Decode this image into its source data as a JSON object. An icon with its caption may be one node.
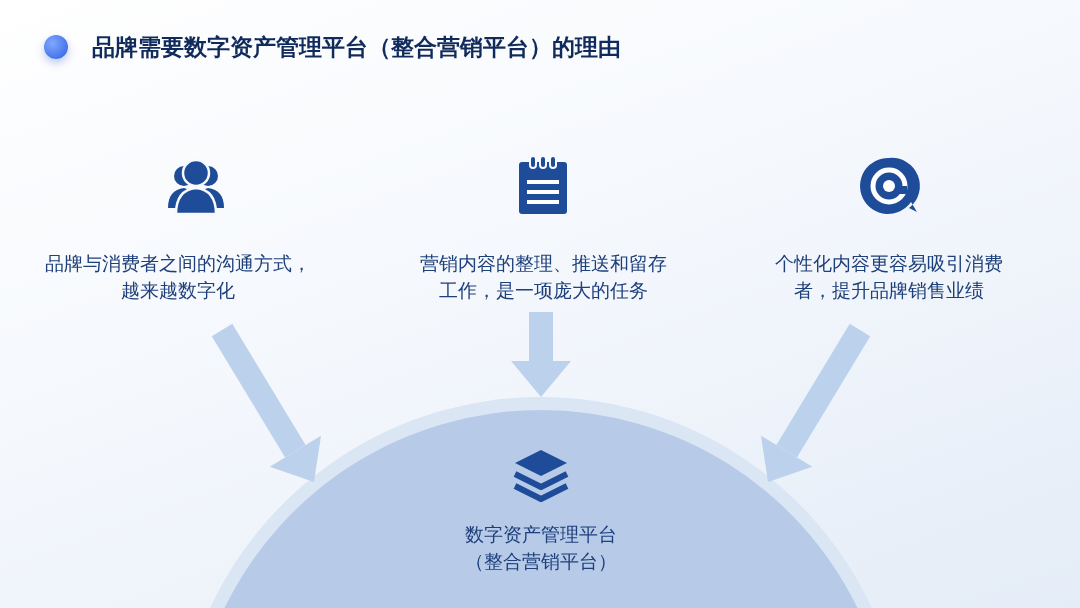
{
  "diagram": {
    "title": "品牌需要数字资产管理平台（整合营销平台）的理由",
    "nodes": [
      {
        "text": [
          "品牌与消费者之间的沟通方式，越来越数字化"
        ]
      },
      {
        "text": [
          "营销内容的整理、推送和留存工作，是一项庞大的任务"
        ]
      },
      {
        "text": [
          "个性化内容更容易吸引消费者，提升品牌销售业绩"
        ]
      },
      {
        "text": [
          "数字资产管理平台（整合营销平台）"
        ]
      }
    ],
    "edges": [
      {
        "from": 0,
        "to": 3,
        "arrow": "to"
      },
      {
        "from": 1,
        "to": 3,
        "arrow": "to"
      },
      {
        "from": 2,
        "to": 3,
        "arrow": "to"
      }
    ]
  }
}
